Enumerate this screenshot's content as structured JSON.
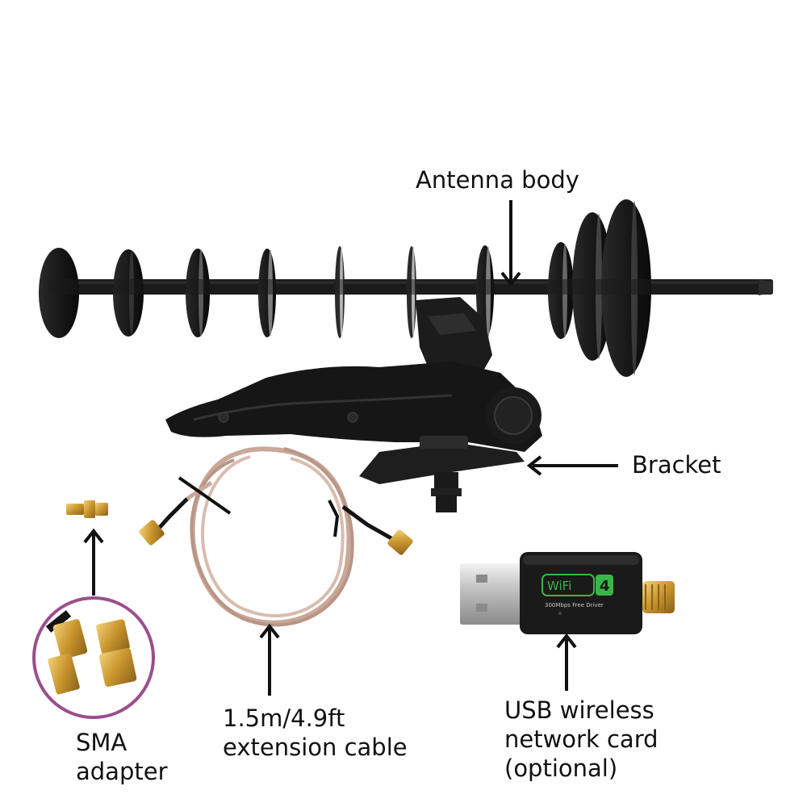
{
  "labels": {
    "antenna_body": "Antenna body",
    "bracket": "Bracket",
    "cable_line1": "1.5m/4.9ft",
    "cable_line2": "extension cable",
    "usb_line1": "USB wireless",
    "usb_line2": "network card",
    "usb_line3": "(optional)",
    "sma_line1": "SMA",
    "sma_line2": "adapter"
  },
  "dongle": {
    "wifi_logo": "WiFi",
    "wifi_generation": "4",
    "spec_text": "300Mbps Free Driver"
  },
  "colors": {
    "antenna": "#1a1a1a",
    "cable": "#c9a89a",
    "gold": "#d4a93a",
    "sma_circle": "#9a4e8c",
    "wifi_green": "#3ab54a"
  }
}
